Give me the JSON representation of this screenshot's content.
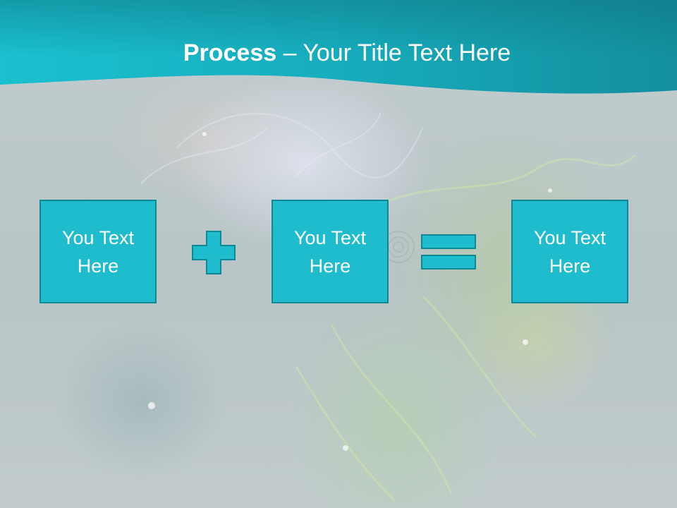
{
  "title": {
    "bold": "Process",
    "separator": " – ",
    "rest": "Your Title Text Here"
  },
  "boxes": [
    {
      "text": "You Text Here"
    },
    {
      "text": "You Text Here"
    },
    {
      "text": "You Text Here"
    }
  ],
  "operators": [
    "plus-icon",
    "equals-icon"
  ],
  "colors": {
    "header": "#1bb3c3",
    "box_fill": "#1ebccc",
    "box_border": "#0f8895",
    "background": "#bcc8ca",
    "text": "#ffffff"
  }
}
